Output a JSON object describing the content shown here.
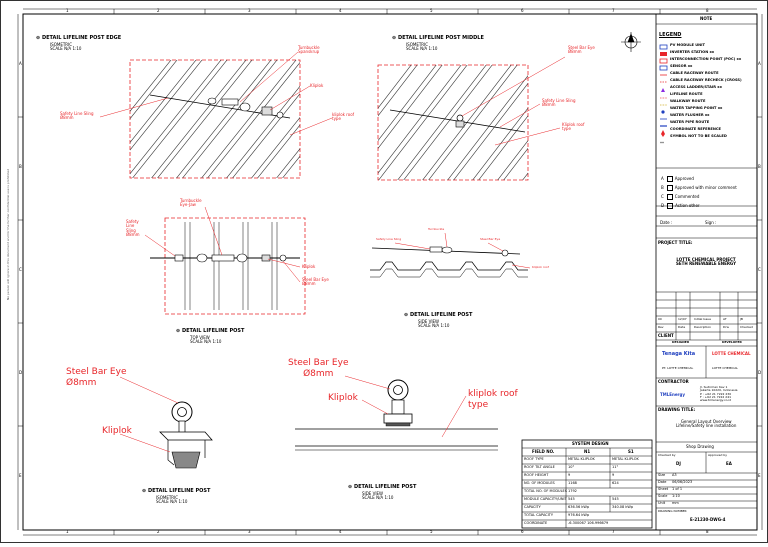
{
  "grid": {
    "columns": [
      "1",
      "2",
      "3",
      "4",
      "5",
      "6",
      "7",
      "8"
    ],
    "rows": [
      "A",
      "B",
      "C",
      "D",
      "E"
    ]
  },
  "details": {
    "edge": {
      "title": "DETAIL LIFELINE POST EDGE",
      "subtitle": "ISOMETRIC",
      "scale": "SCALE N/A  1:10"
    },
    "middle": {
      "title": "DETAIL LIFELINE POST MIDDLE",
      "subtitle": "ISOMETRIC",
      "scale": "SCALE N/A  1:10"
    },
    "post_top": {
      "title": "DETAIL LIFELINE POST",
      "subtitle": "TOP VIEW",
      "scale": "SCALE N/A  1:10"
    },
    "post_side": {
      "title": "DETAIL LIFELINE POST",
      "subtitle": "SIDE VIEW",
      "scale": "SCALE N/A  1:10"
    },
    "post_iso": {
      "title": "DETAIL LIFELINE POST",
      "subtitle": "ISOMETRIC",
      "scale": "SCALE N/A  1:10"
    },
    "post_front": {
      "title": "DETAIL LIFELINE POST",
      "subtitle": "SIDE VIEW",
      "scale": "SCALE N/A  1:10"
    }
  },
  "callouts": {
    "edge_turnbuckle": "Turnbuckle\nSpanskrup",
    "edge_kliplok": "Kliplok",
    "edge_roof": "kliplok roof\ntype",
    "edge_sling": "Safety Line Sling\nØ8mm",
    "mid_steel_eye": "Steel Bar Eye\nØ8mm",
    "mid_sling": "Safety Line Sling\nØ8mm",
    "mid_roof": "Kliplok roof\ntype",
    "top_turnbuckle": "Turnbuckle\nEye-Jaw",
    "top_sling": "Safety\nLine\nSling\nØ8mm",
    "top_kliplok": "Kliplok",
    "top_steel_eye": "Steel Bar Eye\nØ8mm",
    "side_sling": "Safety Line Sling",
    "side_turnbuckle": "Turnbuckle",
    "side_eye": "Steel Bar Eye",
    "side_roof": "Kliplok roof",
    "iso_steel_eye": "Steel Bar Eye\nØ8mm",
    "iso_kliplok": "Kliplok",
    "front_steel_eye": "Steel Bar Eye\nØ8mm",
    "front_kliplok": "Kliplok",
    "front_roof": "kliplok roof\ntype"
  },
  "system_design": {
    "title": "SYSTEM DESIGN",
    "headers": [
      "FIELD NO.",
      "N1",
      "S1"
    ],
    "rows": [
      [
        "ROOF TYPE",
        "METAL KLIPLOK",
        "METAL KLIPLOK"
      ],
      [
        "ROOF TILT ANGLE",
        "10°",
        "11°"
      ],
      [
        "ROOF HEIGHT",
        "9",
        "9"
      ],
      [
        "NO. OF MODULES",
        "1168",
        "624"
      ],
      [
        "TOTAL NO. OF MODULES",
        "1792",
        ""
      ],
      [
        "MODULE CAPACITY/UNIT",
        "545",
        "545"
      ],
      [
        "CAPACITY",
        "636.56 kWp",
        "340.08 kWp"
      ],
      [
        "TOTAL CAPACITY",
        "976.64 kWp",
        ""
      ],
      [
        "COORDINATE",
        "-6.300067 106.996679",
        ""
      ]
    ]
  },
  "title_block": {
    "note": "NOTE",
    "legend_title": "LEGEND",
    "legend": [
      {
        "color": "#1f3fbf",
        "label": "PV MODULE UNIT"
      },
      {
        "color": "#e8262a",
        "label": "INVERTER STATION xx"
      },
      {
        "color": "#e8262a",
        "label": "INTERCONNECTION POINT (POC) xx"
      },
      {
        "color": "#1f3fbf",
        "label": "SENSOR xx"
      },
      {
        "color": "#e8262a",
        "label": "CABLE RACEWAY ROUTE"
      },
      {
        "color": "#e8262a",
        "label": "CABLE RACEWAY RECHECK (CROSS)"
      },
      {
        "color": "#8a2be2",
        "label": "ACCESS LADDER/STAIR xx"
      },
      {
        "color": "#e8262a",
        "label": "LIFELINE ROUTE"
      },
      {
        "color": "#c8a000",
        "label": "WALKWAY ROUTE"
      },
      {
        "color": "#1f3fbf",
        "label": "WATER TAPPING POINT xx"
      },
      {
        "color": "#1f3fbf",
        "label": "WATER FLUSHER xx"
      },
      {
        "color": "#1f3fbf",
        "label": "WATER PIPE ROUTE"
      },
      {
        "color": "#e8262a",
        "label": "COORDINATE REFERENCE"
      },
      {
        "color": "#000000",
        "label": "SYMBOL NOT TO BE SCALED"
      }
    ],
    "approval": [
      {
        "code": "A",
        "label": "Approved"
      },
      {
        "code": "B",
        "label": "Approved with minor comment"
      },
      {
        "code": "C",
        "label": "Commented"
      },
      {
        "code": "D",
        "label": "Action other"
      }
    ],
    "date_label": "Date :",
    "sign_label": "Sign :",
    "project_title_label": "PROJECT TITLE:",
    "project_title": "LOTTE CHEMICAL PROJECT\nSETH RENEWABLE ENERGY",
    "rev_headers": [
      "Rev",
      "Date",
      "Description",
      "Drw",
      "Checked"
    ],
    "rev_row": [
      "00",
      "12/07",
      "Initial Issue",
      "AT",
      "JB"
    ],
    "client_label": "CLIENT",
    "client_subheaders": [
      "DESIGNER",
      "DEVELOPER"
    ],
    "client_company_a": "Tenaga Kita",
    "client_company_b": "LOTTE CHEMICAL",
    "client_company_a_caption": "PT. LOTTE CHEMICAL",
    "client_company_b_caption": "LOTTE CHEMICAL",
    "contractor_label": "CONTRACTOR",
    "contractor_logo": "TMLEnergy",
    "contractor_address": "Jl. Sudirman Kav 1\nJakarta 10220, Indonesia\nP : +62 21 7222 230\nF : +62 21 7222 241\nwww.tmlenergy.co.id",
    "drawing_title_label": "DRAWING TITLE:",
    "drawing_title": "General Layout Overview\nLifeline/Safety line installation",
    "shop_drawing": "Shop Drawing",
    "checked_label": "Checked by",
    "approved_label": "Approved by",
    "checked_value": "DJ",
    "approved_value": "EA",
    "meta": [
      {
        "k": "Size",
        "v": "A3"
      },
      {
        "k": "Date",
        "v": "06/06/2023"
      },
      {
        "k": "Sheet",
        "v": "1 of 1"
      },
      {
        "k": "Scale",
        "v": "1:10"
      },
      {
        "k": "Unit",
        "v": "mm"
      }
    ],
    "drawing_no_label": "DRAWING NUMBER",
    "drawing_no": "E-21230-DWG-4"
  },
  "side_note": "No person will ignore in this document and for the further confidential use is prohibited"
}
